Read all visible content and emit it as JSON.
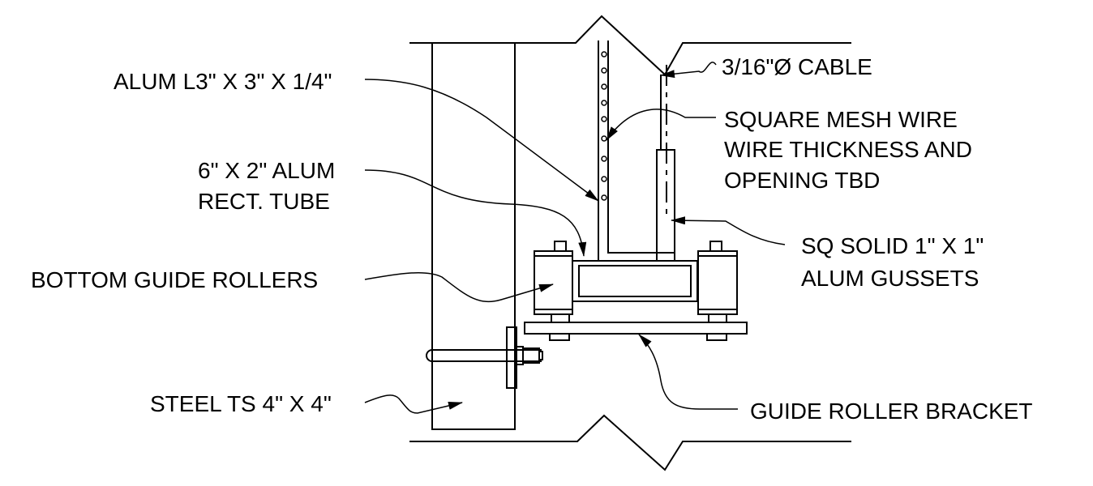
{
  "labels": {
    "angle": "ALUM L3\" X 3\" X 1/4\"",
    "cable": "3/16\"Ø CABLE",
    "mesh_1": "SQUARE MESH WIRE",
    "mesh_2": "WIRE THICKNESS AND",
    "mesh_3": "OPENING TBD",
    "tube_1": "6\" X 2\" ALUM",
    "tube_2": "RECT. TUBE",
    "gussets_1": "SQ SOLID 1\" X 1\"",
    "gussets_2": "ALUM GUSSETS",
    "rollers": "BOTTOM GUIDE ROLLERS",
    "steel": "STEEL TS 4\" X 4\"",
    "bracket": "GUIDE ROLLER BRACKET"
  }
}
